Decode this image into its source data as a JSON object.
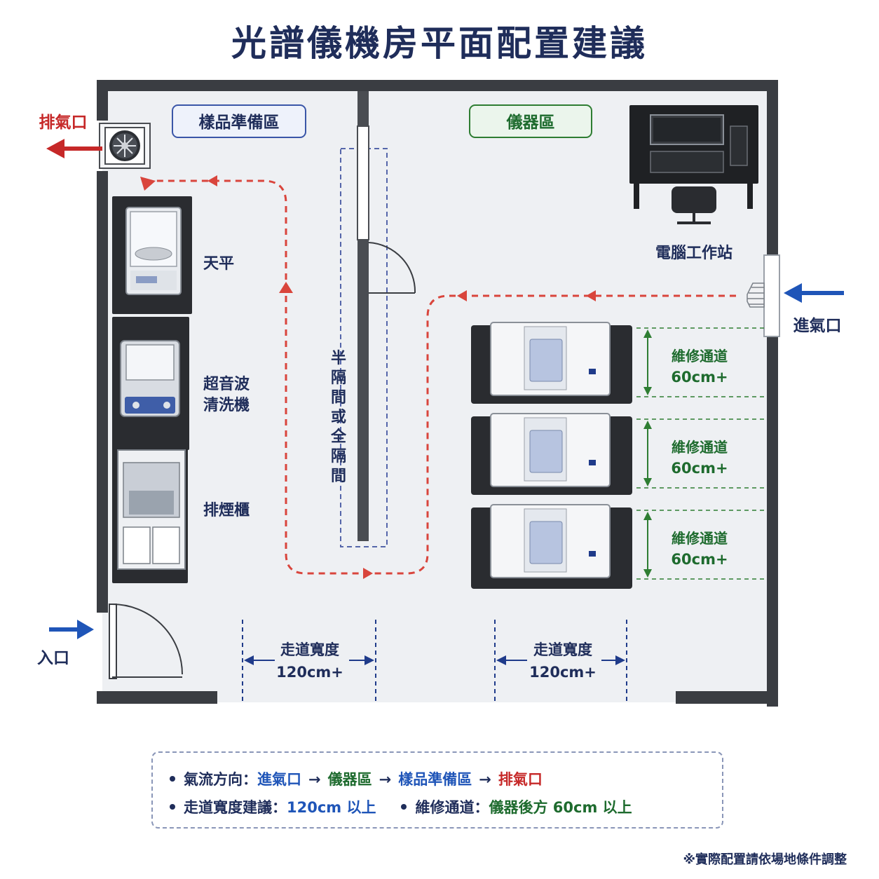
{
  "title": "光譜儀機房平面配置建議",
  "zones": {
    "sample_prep": "樣品準備區",
    "instrument": "儀器區"
  },
  "labels": {
    "exhaust_port": "排氣口",
    "intake_port": "進氣口",
    "entrance": "入口",
    "balance": "天平",
    "ultrasonic_line1": "超音波",
    "ultrasonic_line2": "清洗機",
    "fume_hood": "排煙櫃",
    "workstation": "電腦工作站",
    "partition": [
      "半",
      "隔",
      "間",
      "或",
      "全",
      "隔",
      "間"
    ],
    "maintenance": [
      {
        "title": "維修通道",
        "value": "60cm+"
      },
      {
        "title": "維修通道",
        "value": "60cm+"
      },
      {
        "title": "維修通道",
        "value": "60cm+"
      }
    ],
    "aisle": [
      {
        "title": "走道寬度",
        "value": "120cm+"
      },
      {
        "title": "走道寬度",
        "value": "120cm+"
      }
    ]
  },
  "legend": {
    "airflow_label": "氣流方向：",
    "airflow_steps": [
      "進氣口",
      "儀器區",
      "樣品準備區",
      "排氣口"
    ],
    "arrow": "→",
    "aisle_label": "走道寬度建議：",
    "aisle_value": "120cm 以上",
    "maint_label": "維修通道：",
    "maint_value": "儀器後方 60cm 以上"
  },
  "footnote": "※實際配置請依場地條件調整",
  "colors": {
    "navy": "#1f2d5a",
    "red": "#c62828",
    "blue": "#1f55b8",
    "green": "#1e6b2e",
    "wall": "#3a3d42",
    "floor": "#eef0f3"
  }
}
